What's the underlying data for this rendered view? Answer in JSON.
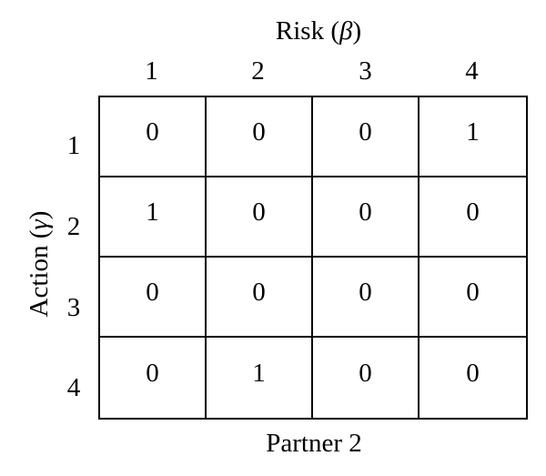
{
  "top_label": {
    "text": "Risk (",
    "symbol": "β",
    "close": ")"
  },
  "left_label": {
    "text": "Action (",
    "symbol": "γ",
    "close": ")"
  },
  "bottom_label": "Partner 2",
  "col_headers": [
    "1",
    "2",
    "3",
    "4"
  ],
  "row_headers": [
    "1",
    "2",
    "3",
    "4"
  ],
  "matrix": [
    [
      "0",
      "0",
      "0",
      "1"
    ],
    [
      "1",
      "0",
      "0",
      "0"
    ],
    [
      "0",
      "0",
      "0",
      "0"
    ],
    [
      "0",
      "1",
      "0",
      "0"
    ]
  ]
}
